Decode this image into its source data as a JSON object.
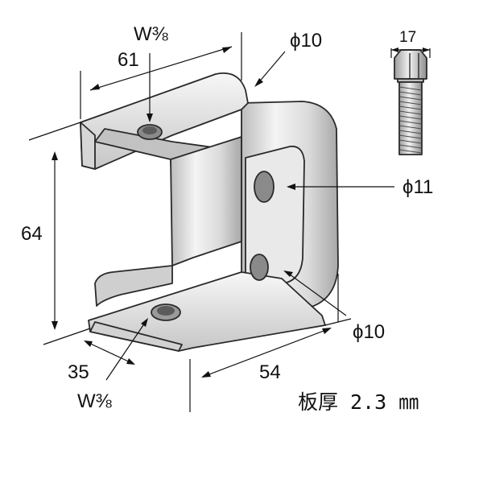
{
  "labels": {
    "w38_top": "W⅜",
    "w38_bottom": "W⅜",
    "d10_top": "ϕ10",
    "d11": "ϕ11",
    "d10_bottom": "ϕ10",
    "width_top": "61",
    "height": "64",
    "width_bottom": "54",
    "depth": "35",
    "bolt_width": "17",
    "thickness_note": "板厚 2.3 ㎜"
  },
  "icons": {
    "clip": "c-channel-beam-clamp-icon",
    "bolt": "hex-bolt-icon"
  },
  "colors": {
    "metal_light": "#f2f2f2",
    "metal_mid": "#cfcfcf",
    "metal_dark": "#9a9a9a",
    "line": "#111111"
  }
}
